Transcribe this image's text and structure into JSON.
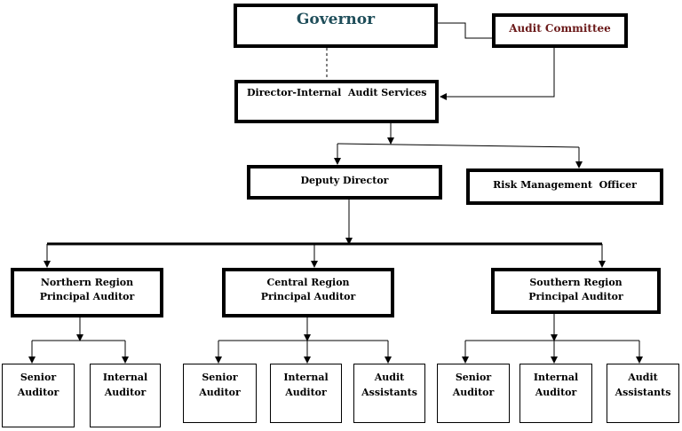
{
  "colors": {
    "governor_text": "#1f4e5a",
    "audit_committee_text": "#6b1a1a",
    "line": "#000000"
  },
  "org_chart": {
    "governor": "Governor",
    "audit_committee": "Audit Committee",
    "director": "Director-Internal  Audit Services",
    "deputy_director": "Deputy Director",
    "risk_officer": "Risk Management  Officer",
    "northern": {
      "region": "Northern Region",
      "head": "Principal Auditor",
      "units": [
        {
          "line1": "Senior",
          "line2": "Auditor"
        },
        {
          "line1": "Internal",
          "line2": "Auditor"
        }
      ]
    },
    "central": {
      "region": "Central Region",
      "head": "Principal Auditor",
      "units": [
        {
          "line1": "Senior",
          "line2": "Auditor"
        },
        {
          "line1": "Internal",
          "line2": "Auditor"
        },
        {
          "line1": "Audit",
          "line2": "Assistants"
        }
      ]
    },
    "southern": {
      "region": "Southern Region",
      "head": "Principal Auditor",
      "units": [
        {
          "line1": "Senior",
          "line2": "Auditor"
        },
        {
          "line1": "Internal",
          "line2": "Auditor"
        },
        {
          "line1": "Audit",
          "line2": "Assistants"
        }
      ]
    }
  }
}
